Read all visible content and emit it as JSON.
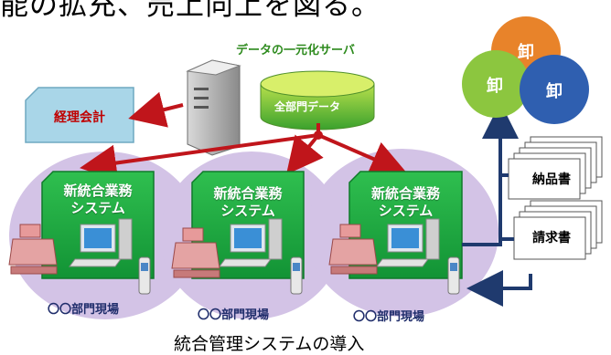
{
  "headline": "能の拡充、売上向上を図る。",
  "server_label": "データの一元化サーバ",
  "database_label": "全部門データ",
  "accounting_label": "経理会計",
  "systems": [
    {
      "title_line1": "新統合業務",
      "title_line2": "システム",
      "site": "〇〇部門現場"
    },
    {
      "title_line1": "新統合業務",
      "title_line2": "システム",
      "site": "〇〇部門現場"
    },
    {
      "title_line1": "新統合業務",
      "title_line2": "システム",
      "site": "〇〇部門現場"
    }
  ],
  "wholesalers": [
    "卸",
    "卸",
    "卸"
  ],
  "documents": [
    "納品書",
    "請求書"
  ],
  "caption": "統合管理システムの導入",
  "colors": {
    "system_green": "#17a43a",
    "arrow_red": "#c0151b",
    "arrow_navy": "#1f3a6e",
    "accounting_blue": "#a9d6e8",
    "lavender": "#c9b5dc",
    "wholesaler_orange": "#e8832a",
    "wholesaler_green": "#8cc63f",
    "wholesaler_blue": "#2f5fb0"
  }
}
